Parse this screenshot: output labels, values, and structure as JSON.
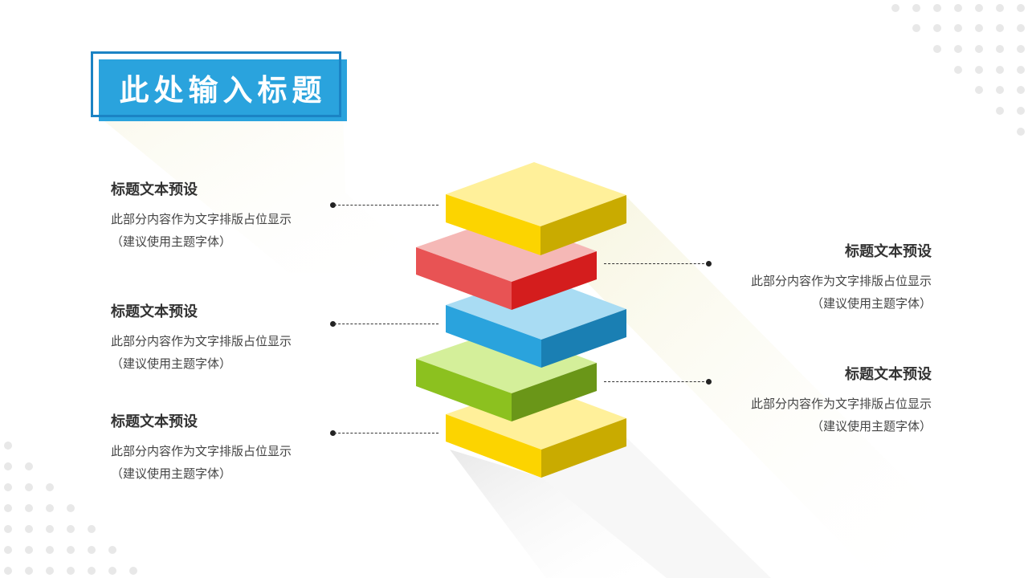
{
  "slide": {
    "title": "此处输入标题",
    "colors": {
      "title_bg": "#2aa3dd",
      "title_frame": "#1b83c4",
      "layer_yellow": "#fcd400",
      "layer_red": "#e0262b",
      "layer_blue": "#2aa3dd",
      "layer_green": "#8cc11f"
    }
  },
  "items": [
    {
      "title": "标题文本预设",
      "line1": "此部分内容作为文字排版占位显示",
      "line2": "（建议使用主题字体）"
    },
    {
      "title": "标题文本预设",
      "line1": "此部分内容作为文字排版占位显示",
      "line2": "（建议使用主题字体）"
    },
    {
      "title": "标题文本预设",
      "line1": "此部分内容作为文字排版占位显示",
      "line2": "（建议使用主题字体）"
    },
    {
      "title": "标题文本预设",
      "line1": "此部分内容作为文字排版占位显示",
      "line2": "（建议使用主题字体）"
    },
    {
      "title": "标题文本预设",
      "line1": "此部分内容作为文字排版占位显示",
      "line2": "（建议使用主题字体）"
    }
  ]
}
